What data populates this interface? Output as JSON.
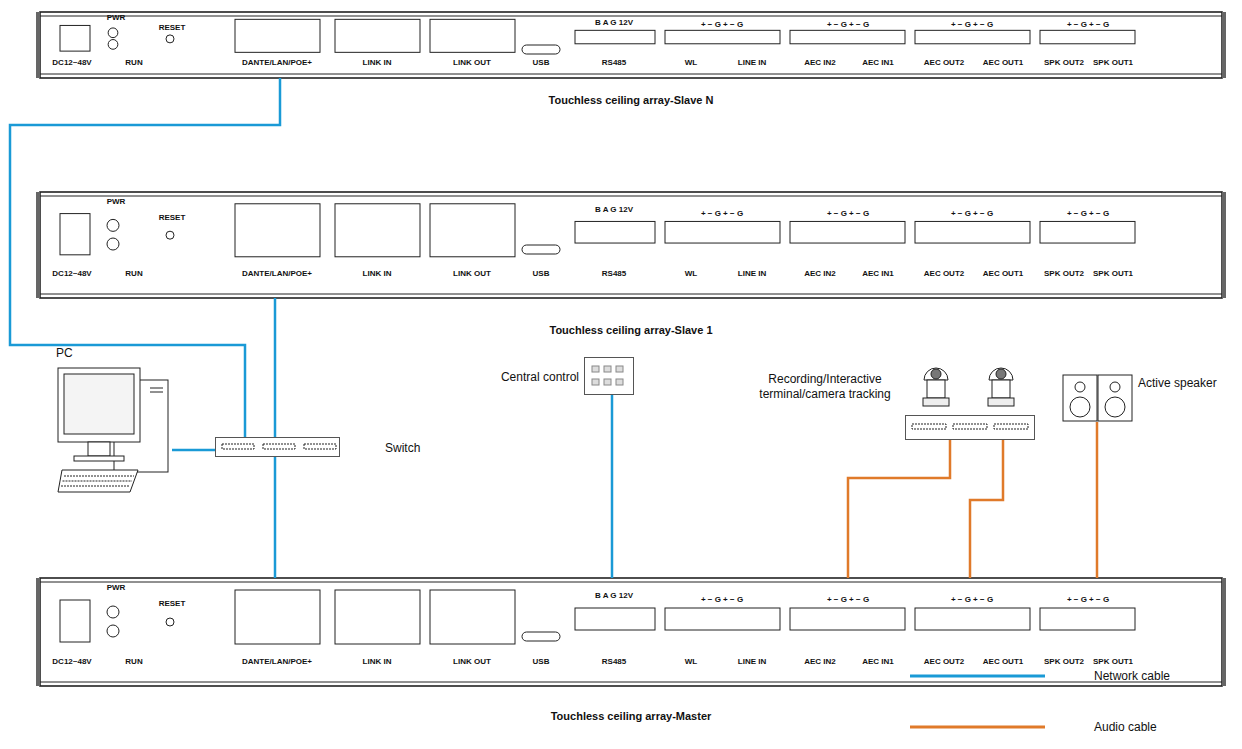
{
  "diagram": {
    "nodes": [
      {
        "text": [
          "Touchless ceiling array-Slave N"
        ]
      },
      {
        "text": [
          "Touchless ceiling array-Slave 1"
        ]
      },
      {
        "text": [
          "PC"
        ]
      },
      {
        "text": [
          "Switch"
        ]
      },
      {
        "text": [
          "Central control"
        ]
      },
      {
        "text": [
          "Recording/Interactive terminal/camera tracking"
        ]
      },
      {
        "text": [
          "Active speaker"
        ]
      },
      {
        "text": [
          "Touchless ceiling array-Master"
        ]
      }
    ],
    "edges": [
      {
        "from": 0,
        "to": 3,
        "arrow": "none"
      },
      {
        "from": 1,
        "to": 3,
        "arrow": "none"
      },
      {
        "from": 2,
        "to": 3,
        "arrow": "none"
      },
      {
        "from": 3,
        "to": 7,
        "arrow": "none"
      },
      {
        "from": 4,
        "to": 7,
        "arrow": "none"
      },
      {
        "from": 5,
        "to": 7,
        "arrow": "none"
      },
      {
        "from": 5,
        "to": 7,
        "arrow": "none"
      },
      {
        "from": 6,
        "to": 7,
        "arrow": "none"
      }
    ],
    "labels": [
      "PWR",
      "RUN",
      "RESET",
      "DC12~48V",
      "DANTE/LAN/POE+",
      "LINK IN",
      "LINK OUT",
      "USB",
      "B A G 12V",
      "RS485",
      "+ − G + − G",
      "+ − G + − G",
      "+ − G + − G",
      "+ − G + − G",
      "WL",
      "LINE IN",
      "AEC IN2",
      "AEC IN1",
      "AEC OUT2",
      "AEC OUT1",
      "SPK OUT2",
      "SPK OUT1",
      "PWR",
      "RUN",
      "RESET",
      "DC12~48V",
      "DANTE/LAN/POE+",
      "LINK IN",
      "LINK OUT",
      "USB",
      "B A G 12V",
      "RS485",
      "+ − G + − G",
      "+ − G + − G",
      "+ − G + − G",
      "+ − G + − G",
      "WL",
      "LINE IN",
      "AEC IN2",
      "AEC IN1",
      "AEC OUT2",
      "AEC OUT1",
      "SPK OUT2",
      "SPK OUT1",
      "PWR",
      "RUN",
      "RESET",
      "DC12~48V",
      "DANTE/LAN/POE+",
      "LINK IN",
      "LINK OUT",
      "USB",
      "B A G 12V",
      "RS485",
      "+ − G + − G",
      "+ − G + − G",
      "+ − G + − G",
      "+ − G + − G",
      "WL",
      "LINE IN",
      "AEC IN2",
      "AEC IN1",
      "AEC OUT2",
      "AEC OUT1",
      "SPK OUT2",
      "SPK OUT1"
    ],
    "legend": [
      {
        "text": "Network cable"
      },
      {
        "text": "Audio cable"
      }
    ]
  }
}
